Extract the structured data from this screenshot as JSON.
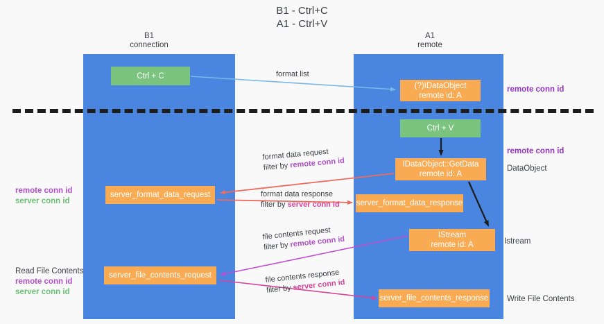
{
  "diagram": {
    "title": "B1 - Ctrl+C\nA1 - Ctrl+V",
    "background": "#f9f9f9",
    "lane_color": "#4a86e0",
    "green_color": "#7bc47f",
    "orange_color": "#f9ab54",
    "purple_color": "#9334bf",
    "magenta_color": "#d6459b",
    "green_text_color": "#6cbf73",
    "divider_color": "#1d1d1d"
  },
  "columns": {
    "left": {
      "header": "B1\nconnection"
    },
    "right": {
      "header": "A1\nremote"
    }
  },
  "nodes": {
    "ctrl_c": {
      "label": "Ctrl + C"
    },
    "data_object": {
      "label": "(?)IDataObject\nremote id: A"
    },
    "ctrl_v": {
      "label": "Ctrl + V"
    },
    "get_data": {
      "label": "IDataObject::GetData\nremote id: A"
    },
    "server_format_data_request": {
      "label": "server_format_data_request"
    },
    "server_format_data_response": {
      "label": "server_format_data_response"
    },
    "istream": {
      "label": "IStream\nremote id: A"
    },
    "server_file_contents_request": {
      "label": "server_file_contents_request"
    },
    "server_file_contents_response": {
      "label": "server_file_contents_response"
    }
  },
  "edge_labels": {
    "format_list": {
      "line1": "format list"
    },
    "format_data_request": {
      "line1": "format data request",
      "line2_prefix": "filter by ",
      "line2_key": "remote conn id"
    },
    "format_data_response": {
      "line1": "format data response",
      "line2_prefix": "filter by ",
      "line2_key": "server conn id"
    },
    "file_contents_request": {
      "line1": "file contents request",
      "line2_prefix": "filter by ",
      "line2_key": "remote conn id"
    },
    "file_contents_response": {
      "line1": "file contents response",
      "line2_prefix": "filter by ",
      "line2_key": "server conn id"
    }
  },
  "right_notes": {
    "remote_conn_id_top": "remote conn id",
    "remote_conn_id_mid": "remote conn id",
    "data_object": "DataObject",
    "istream": "Istream",
    "write_file_contents": "Write File Contents"
  },
  "left_notes": {
    "group1": {
      "remote": "remote conn id",
      "server": "server conn id"
    },
    "group2": {
      "title": "Read File Contents",
      "remote": "remote conn id",
      "server": "server conn id"
    }
  }
}
